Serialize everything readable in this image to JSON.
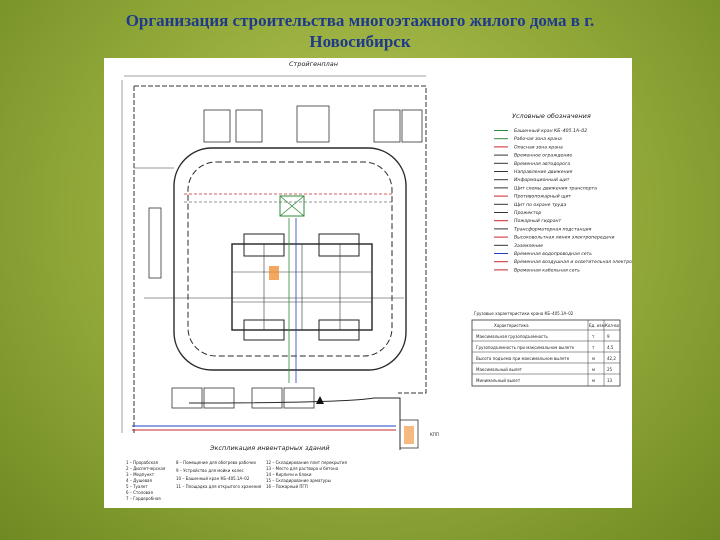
{
  "title": {
    "line1": "Организация строительства многоэтажного жилого дома в    г.",
    "line2": "Новосибирск"
  },
  "plan": {
    "top_label": "Стройгенплан",
    "bottom_label": "Экспликация инвентарных зданий",
    "kpp_label": "КПП",
    "colors": {
      "road": "#2a2a2a",
      "crane_zone": "#2e8b3a",
      "water": "#1f3fbf",
      "power": "#c62828",
      "cable": "#c62828"
    }
  },
  "legend": {
    "title": "Условные обозначения",
    "items": [
      "Башенный кран КБ–405.1А–02",
      "Рабочая зона крана",
      "Опасная зона крана",
      "Временное ограждение",
      "Временная автодорога",
      "Направление движения",
      "Информационный щит",
      "Щит схемы движения транспорта",
      "Противопожарный щит",
      "Щит по охране труда",
      "Прожектор",
      "Пожарный гидрант",
      "Трансформаторная подстанция",
      "Высоковольтная линия электропередачи",
      "Заземление",
      "Временная водопроводная сеть",
      "Временная воздушная и осветительная электропроводная сеть",
      "Временная кабельная сеть"
    ]
  },
  "crane_table": {
    "title": "Грузовые характеристики крана КБ–405.1А–02",
    "headers": [
      "Характеристика",
      "Ед. изм",
      "Кол-во"
    ],
    "rows": [
      [
        "Максимальная грузоподъемность",
        "т",
        "9"
      ],
      [
        "Грузоподъемность при максимальном вылете",
        "т",
        "4,5"
      ],
      [
        "Высота подъема при максимальном вылете",
        "м",
        "42,2"
      ],
      [
        "Максимальный вылет",
        "м",
        "25"
      ],
      [
        "Минимальный вылет",
        "м",
        "13"
      ]
    ]
  },
  "explication": {
    "col1": [
      "1 – Прорабская",
      "2 – Диспетчерская",
      "3 – Медпункт",
      "4 – Душевая",
      "5 – Туалет",
      "6 – Столовая",
      "7 – Гардеробная"
    ],
    "col2": [
      "8 – Помещение для обогрева рабочих",
      "9 – Устройство для мойки колес",
      "10 – Башенный кран КБ–405.1А–02",
      "11 – Площадка для открытого хранения"
    ],
    "col3": [
      "12 – Складирование плит перекрытия",
      "13 – Место для раствора и бетона",
      "14 – Кирпичи и блоки",
      "15 – Складирование арматуры",
      "16 – Пожарный ПГП"
    ]
  }
}
